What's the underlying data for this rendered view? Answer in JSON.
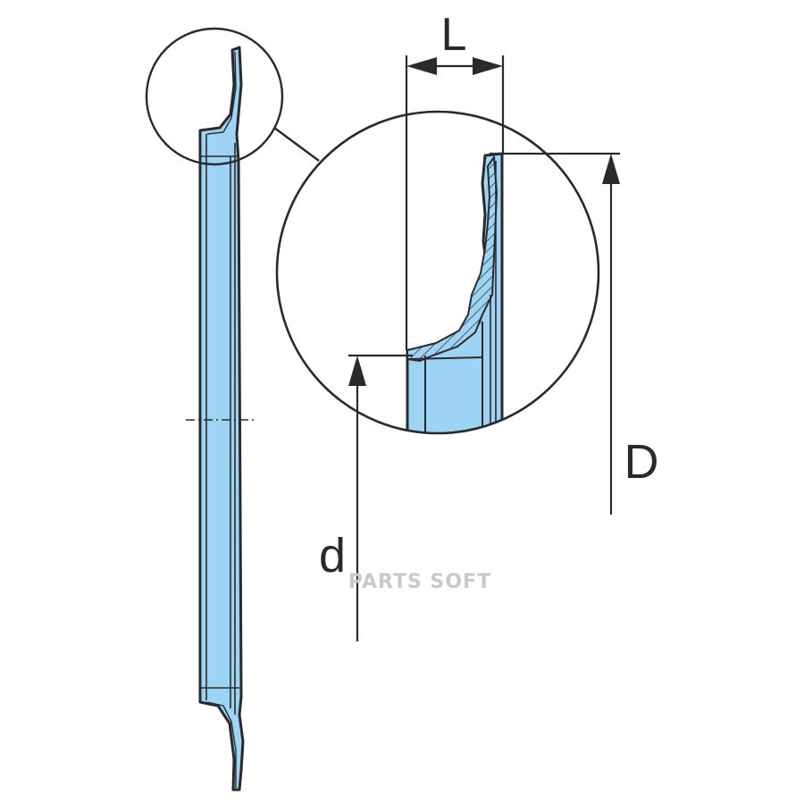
{
  "labels": {
    "length": "L",
    "outer_diameter": "D",
    "inner_diameter": "d"
  },
  "watermark": "PARTS SOFT",
  "colors": {
    "part_fill": "#9dd4f5",
    "outline": "#2a2a2a",
    "background": "#ffffff",
    "watermark": "#c9c9c9"
  }
}
